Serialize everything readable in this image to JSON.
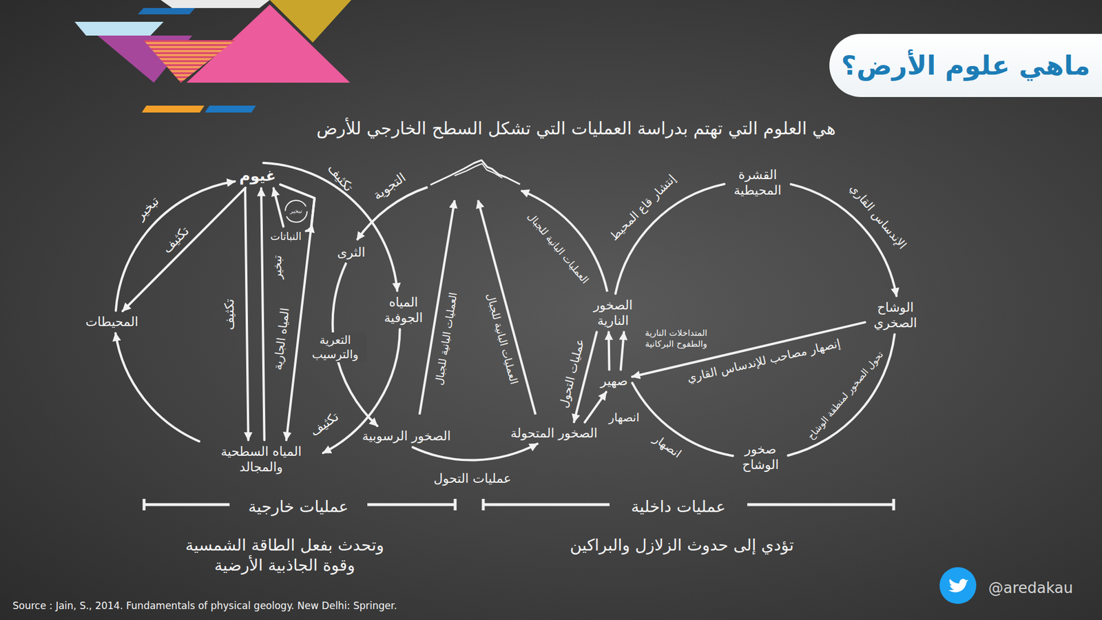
{
  "diagram": {
    "title": "ماهي علوم الأرض؟",
    "caption": "Source : Jain, S., 2014. Fundamentals of physical geology. New Delhi: Springer.",
    "nodes": [
      {
        "text": [
          "غيوم"
        ]
      },
      {
        "text": [
          "المحيطات"
        ]
      },
      {
        "text": [
          "النباتات"
        ]
      },
      {
        "text": [
          "المياه السطحية والمجالد"
        ]
      },
      {
        "text": [
          "الثرى"
        ]
      },
      {
        "text": [
          "المياه الجوفية"
        ]
      },
      {
        "text": [
          "الصخور الرسوبية"
        ]
      },
      {
        "text": [
          "الصخور المتحولة"
        ]
      },
      {
        "text": [
          "الصخور النارية"
        ]
      },
      {
        "text": [
          "صهير"
        ]
      },
      {
        "text": [
          "القشرة المحيطية"
        ]
      },
      {
        "text": [
          "الوشاح الصخري"
        ]
      },
      {
        "text": [
          "صخور الوشاح"
        ]
      }
    ],
    "edges": [
      {
        "from": 1,
        "to": 0,
        "label": "تبخير",
        "arrow": "to"
      },
      {
        "from": 0,
        "to": 1,
        "label": "تكثيف",
        "arrow": "to"
      },
      {
        "from": 3,
        "to": 1,
        "arrow": "to"
      },
      {
        "from": 0,
        "to": 3,
        "label": "تكثيف",
        "arrow": "to"
      },
      {
        "from": 3,
        "to": 0,
        "label": "تبخير",
        "arrow": "to"
      },
      {
        "from": 0,
        "to": 3,
        "label": "المياه الجارية",
        "arrow": "to"
      },
      {
        "from": 2,
        "to": 0,
        "arrow": "to"
      },
      {
        "from": 0,
        "to": 2,
        "arrow": "to"
      },
      {
        "from": 0,
        "to": 5,
        "label": "تكثيف",
        "arrow": "to"
      },
      {
        "from": 5,
        "to": 3,
        "label": "تكثيف",
        "arrow": "to"
      },
      {
        "from": 4,
        "to": 6,
        "label": "التعرية والترسيب",
        "arrow": "to"
      },
      {
        "from": 6,
        "to": 7,
        "label": "عمليات التحول",
        "arrow": "to"
      },
      {
        "from": 8,
        "to": 7,
        "label": "عمليات التحول",
        "arrow": "to"
      },
      {
        "from": 7,
        "to": 9,
        "label": "انصهار",
        "arrow": "to"
      },
      {
        "from": 9,
        "to": 8,
        "label": "المتداخلات النارية والطفوح البركانية",
        "arrow": "to"
      },
      {
        "from": 9,
        "to": 8,
        "arrow": "to"
      },
      {
        "from": 8,
        "to": 10,
        "label": "إنتشار قاع المحيط",
        "arrow": "none"
      },
      {
        "from": 10,
        "to": 11,
        "label": "الإندساس القاري",
        "arrow": "to"
      },
      {
        "from": 11,
        "to": 9,
        "label": "إنصهار مصاحب للإندساس القاري",
        "arrow": "to"
      },
      {
        "from": 11,
        "to": 12,
        "label": "تحول الصخور لمنطقة الوشاح",
        "arrow": "none"
      },
      {
        "from": 12,
        "to": 9,
        "label": "انصهار",
        "arrow": "none"
      }
    ],
    "labels": [
      "هي العلوم التي تهتم بدراسة العمليات التي تشكل السطح الخارجي للأرض",
      "تبخير",
      "التجوية",
      "العمليات البانية للجبال",
      "العمليات البانية للجبال",
      "العمليات البانية للجبال",
      "عمليات خارجية",
      "وتحدث بفعل الطاقة الشمسية وقوة الجاذبية الأرضية",
      "عمليات داخلية",
      "تؤدي إلى حدوث الزلازل والبراكين",
      "@aredakau"
    ]
  }
}
